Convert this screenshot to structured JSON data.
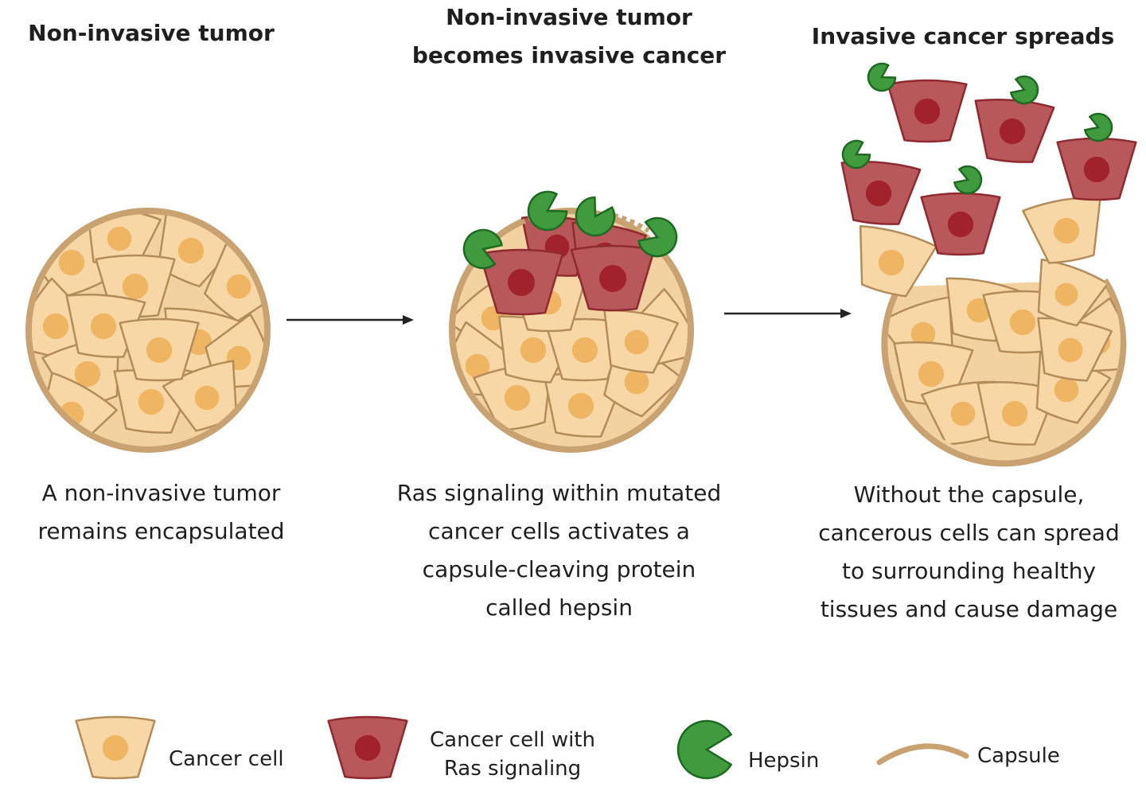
{
  "panels": [
    {
      "title": [
        "Non-invasive tumor"
      ],
      "caption": [
        "A non-invasive tumor",
        "remains encapsulated"
      ]
    },
    {
      "title": [
        "Non-invasive tumor",
        "becomes invasive cancer"
      ],
      "caption": [
        "Ras signaling within mutated",
        "cancer cells activates a",
        "capsule-cleaving protein",
        "called hepsin"
      ]
    },
    {
      "title": [
        "Invasive cancer spreads"
      ],
      "caption": [
        "Without the capsule,",
        "cancerous cells can spread",
        "to surrounding healthy",
        "tissues and cause damage"
      ]
    }
  ],
  "legend": {
    "cancer_cell": "Cancer cell",
    "ras_cell_line1": "Cancer cell with",
    "ras_cell_line2": "Ras signaling",
    "hepsin": "Hepsin",
    "capsule": "Capsule"
  },
  "colors": {
    "cell_fill": "#f7d7a6",
    "cell_stroke": "#b48c5a",
    "cell_nucleus": "#f0b562",
    "ras_fill": "#b8585a",
    "ras_stroke": "#8e2a30",
    "ras_nucleus": "#a1222a",
    "hepsin_fill": "#3f9b3d",
    "hepsin_stroke": "#1f6a22",
    "capsule": "#c9a272",
    "capsule_fill": "#f2d2a0",
    "arrow": "#222222"
  }
}
